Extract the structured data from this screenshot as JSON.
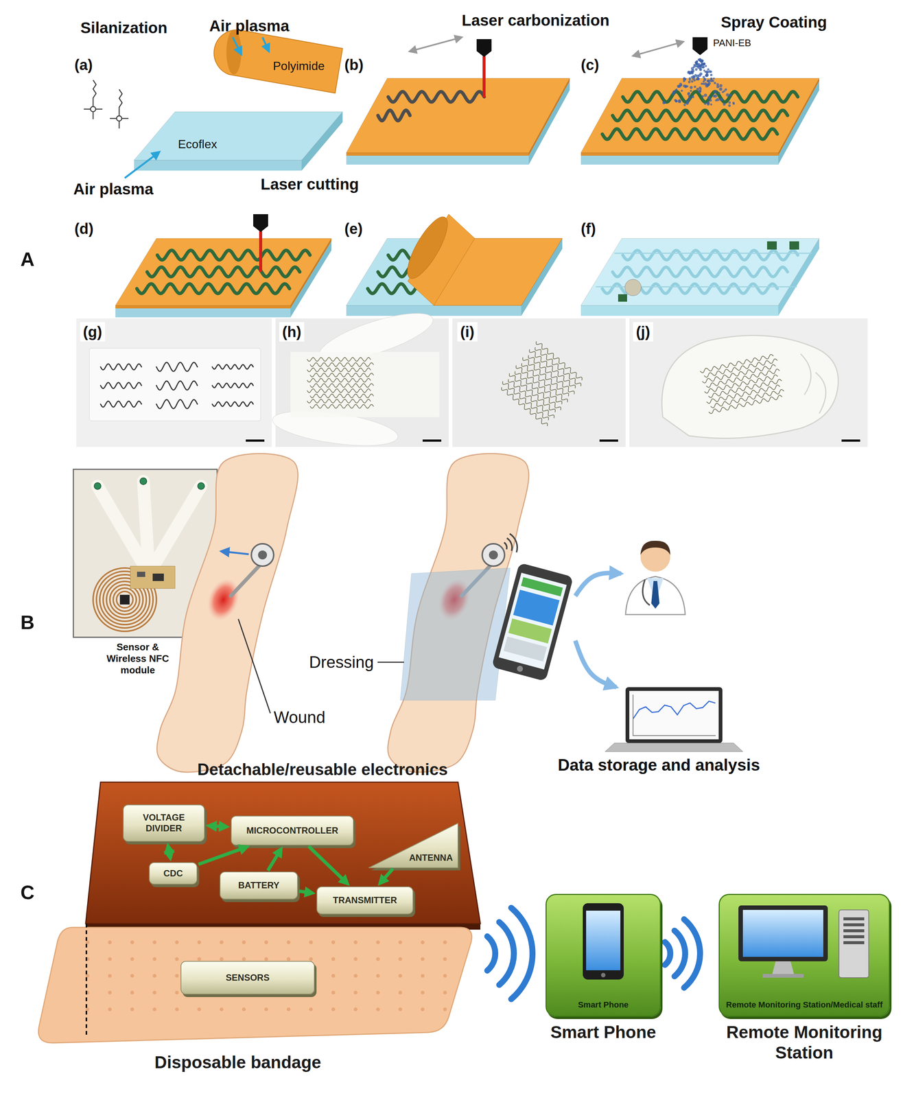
{
  "diagram": {
    "nodes": [
      {
        "text": [
          "Detachable/reusable electronics"
        ]
      },
      {
        "text": [
          "VOLTAGE DIVIDER"
        ],
        "in": 0
      },
      {
        "text": [
          "MICROCONTROLLER"
        ],
        "in": 0
      },
      {
        "text": [
          "CDC"
        ],
        "in": 0
      },
      {
        "text": [
          "ANTENNA"
        ],
        "in": 0
      },
      {
        "text": [
          "BATTERY"
        ],
        "in": 0
      },
      {
        "text": [
          "TRANSMITTER"
        ],
        "in": 0
      },
      {
        "text": [
          "Disposable bandage"
        ]
      },
      {
        "text": [
          "SENSORS"
        ],
        "in": 7
      },
      {
        "text": [
          "Smart Phone",
          "Smart Phone"
        ]
      },
      {
        "text": [
          "Remote Monitoring Station/Medical staff",
          "Remote Monitoring Station"
        ]
      }
    ],
    "edges": [
      {
        "from": 1,
        "to": 2,
        "arrow": "both"
      },
      {
        "from": 1,
        "to": 3,
        "arrow": "both"
      },
      {
        "from": 3,
        "to": 2,
        "arrow": "to"
      },
      {
        "from": 5,
        "to": 2,
        "arrow": "to"
      },
      {
        "from": 2,
        "to": 6,
        "arrow": "to"
      },
      {
        "from": 5,
        "to": 6,
        "arrow": "to"
      },
      {
        "from": 4,
        "to": 6,
        "arrow": "to"
      }
    ],
    "labels": [
      "(a)",
      "Silanization",
      "Air plasma",
      "Polyimide",
      "Ecoflex",
      "Air plasma",
      "(b)",
      "Laser carbonization",
      "(c)",
      "Spray Coating",
      "PANI-EB",
      "A",
      "(d)",
      "Laser cutting",
      "(e)",
      "(f)",
      "(g)",
      "(h)",
      "(i)",
      "(j)",
      "B",
      "Sensor & Wireless NFC module",
      "Wound",
      "Dressing",
      "Data storage and analysis",
      "C"
    ]
  }
}
